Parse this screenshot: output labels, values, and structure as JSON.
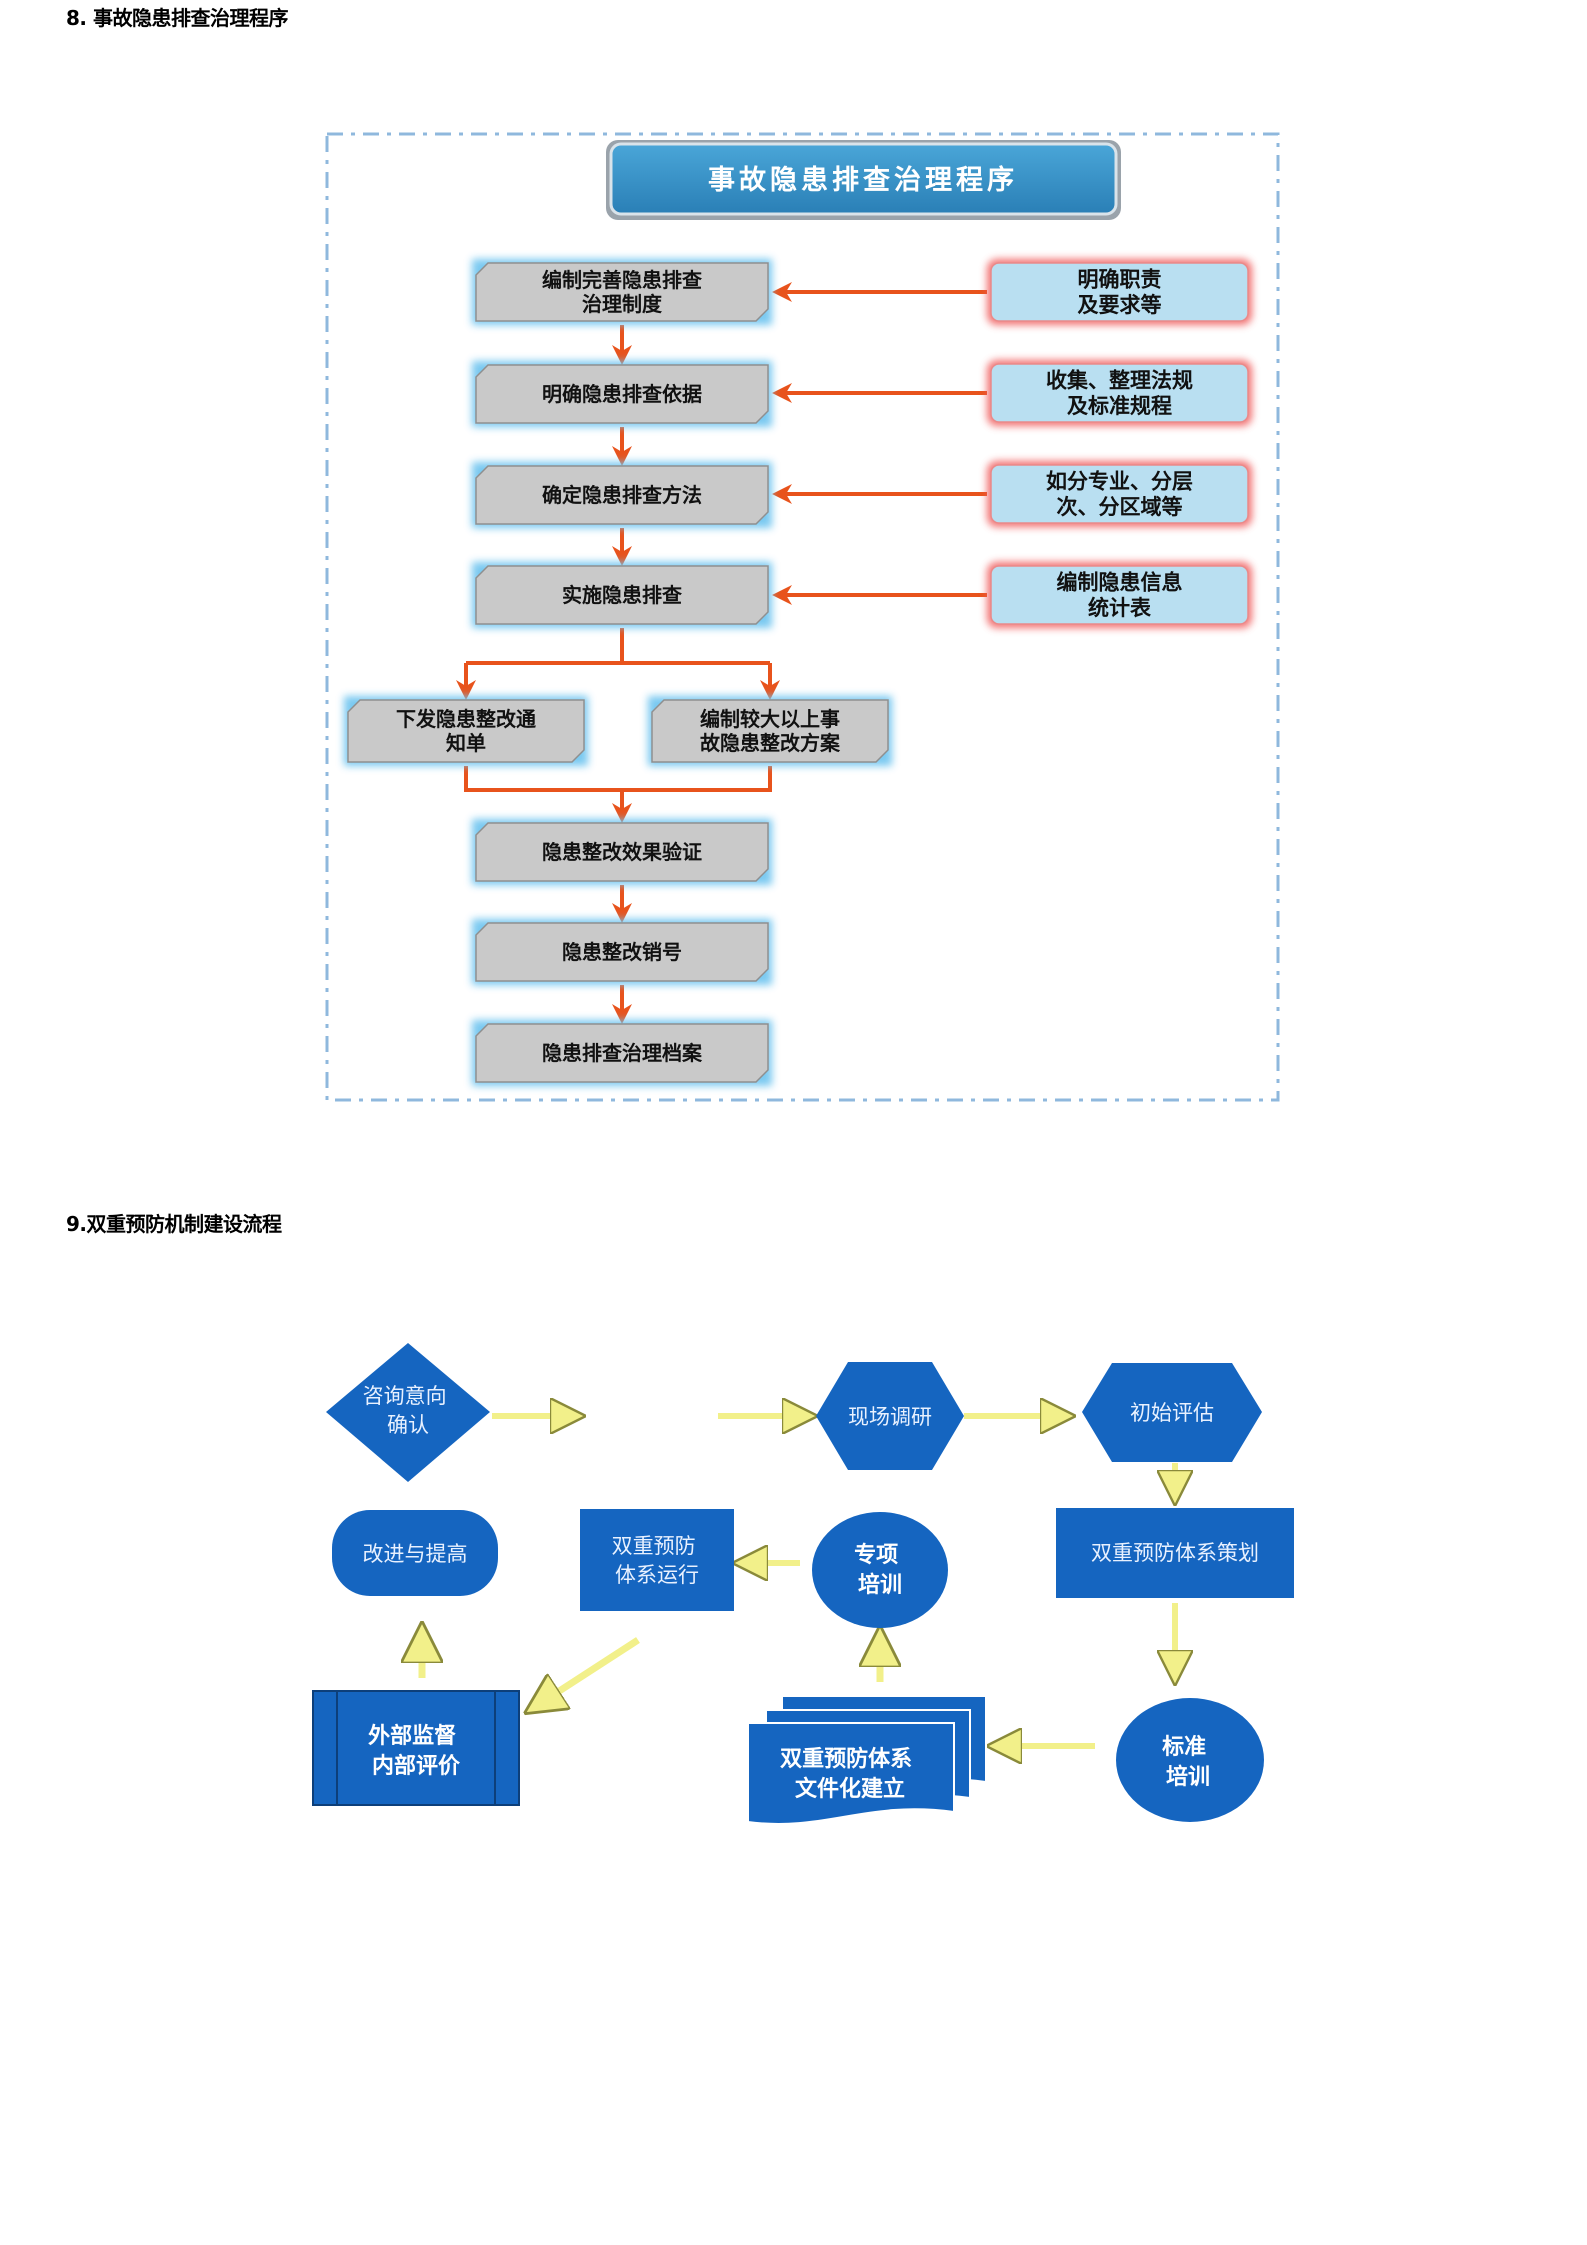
{
  "section8": {
    "heading": "8. 事故隐患排查治理程序",
    "title": "事故隐患排查治理程序",
    "main_steps": [
      [
        "编制完善隐患排查",
        "治理制度"
      ],
      [
        "明确隐患排查依据"
      ],
      [
        "确定隐患排查方法"
      ],
      [
        "实施隐患排查"
      ]
    ],
    "side_notes": [
      [
        "明确职责",
        "及要求等"
      ],
      [
        "收集、整理法规",
        "及标准规程"
      ],
      [
        "如分专业、分层",
        "次、分区域等"
      ],
      [
        "编制隐患信息",
        "统计表"
      ]
    ],
    "branch_left": [
      "下发隐患整改通",
      "知单"
    ],
    "branch_right": [
      "编制较大以上事",
      "故隐患整改方案"
    ],
    "final_steps": [
      "隐患整改效果验证",
      "隐患整改销号",
      "隐患排查治理档案"
    ]
  },
  "section9": {
    "heading": "9.双重预防机制建设流程",
    "nodes": {
      "consult": [
        "咨询意向",
        "确认"
      ],
      "survey": [
        "现场调研"
      ],
      "assess": [
        "初始评估"
      ],
      "plan": [
        "双重预防体系策划"
      ],
      "std_train": [
        "标准",
        "培训"
      ],
      "docs": [
        "双重预防体系",
        "文件化建立"
      ],
      "special_train": [
        "专项",
        "培训"
      ],
      "operate": [
        "双重预防",
        "体系运行"
      ],
      "supervise": [
        "外部监督",
        "内部评价"
      ],
      "improve": [
        "改进与提高"
      ]
    }
  },
  "colors": {
    "title_fill": "#2f8fc4",
    "step_fill": "#c9c9c9",
    "step_glow": "#6cc3ef",
    "note_fill": "#b9dff1",
    "note_glow": "#f05a5a",
    "arrow_orange": "#e8531c",
    "flow_blue": "#1565c0",
    "yellow_arrow": "#f2f08a"
  }
}
